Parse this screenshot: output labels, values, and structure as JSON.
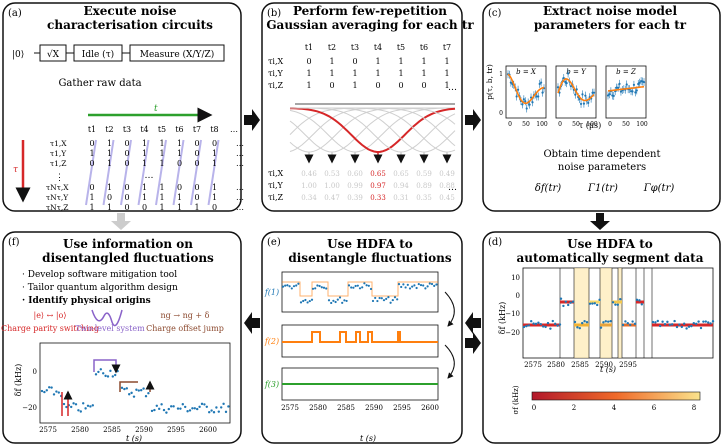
{
  "panels": {
    "a": {
      "letter": "(a)",
      "title_line1": "Execute noise",
      "title_line2": "characterisation circuits",
      "circuit": {
        "ket": "|0⟩",
        "gate": "√X",
        "idle": "Idle (τ)",
        "measure": "Measure (X/Y/Z)"
      },
      "gather_label": "Gather raw data",
      "t_axis_label": "t",
      "tau_axis_label": "τ",
      "col_headers": [
        "t1",
        "t2",
        "t3",
        "t4",
        "t5",
        "t6",
        "t7",
        "t8"
      ],
      "row_labels_top": [
        "τ1,X",
        "τ1,Y",
        "τ1,Z"
      ],
      "row_labels_bottom": [
        "τNτ,X",
        "τNτ,Y",
        "τNτ,Z"
      ],
      "rows_top": [
        [
          "0",
          "1",
          "0",
          "1",
          "1",
          "1",
          "0",
          "0"
        ],
        [
          "1",
          "1",
          "0",
          "1",
          "1",
          "1",
          "0",
          "1"
        ],
        [
          "0",
          "1",
          "0",
          "1",
          "1",
          "0",
          "0",
          "1"
        ]
      ],
      "rows_bottom": [
        [
          "0",
          "1",
          "0",
          "1",
          "1",
          "0",
          "0",
          "1"
        ],
        [
          "1",
          "0",
          "0",
          "1",
          "1",
          "1",
          "0",
          "1"
        ],
        [
          "1",
          "1",
          "0",
          "0",
          "1",
          "1",
          "1",
          "0"
        ]
      ],
      "ellipsis": "…",
      "vdots": "⋮"
    },
    "b": {
      "letter": "(b)",
      "title_line1": "Perform few-repetition",
      "title_line2": "Gaussian averaging for each tr",
      "col_headers": [
        "t1",
        "t2",
        "t3",
        "t4",
        "t5",
        "t6",
        "t7"
      ],
      "row_labels": [
        "τi,X",
        "τi,Y",
        "τi,Z"
      ],
      "rows": [
        [
          "0",
          "1",
          "0",
          "1",
          "1",
          "1",
          "1"
        ],
        [
          "1",
          "1",
          "1",
          "1",
          "1",
          "1",
          "1"
        ],
        [
          "1",
          "0",
          "1",
          "0",
          "0",
          "0",
          "1"
        ]
      ],
      "avg_rows": [
        [
          "0.46",
          "0.53",
          "0.60",
          "0.65",
          "0.65",
          "0.59",
          "0.49"
        ],
        [
          "1.00",
          "1.00",
          "0.99",
          "0.97",
          "0.94",
          "0.89",
          "0.88"
        ],
        [
          "0.34",
          "0.47",
          "0.39",
          "0.33",
          "0.31",
          "0.35",
          "0.45"
        ]
      ],
      "ellipsis": "…"
    },
    "c": {
      "letter": "(c)",
      "title_line1": "Extract noise model",
      "title_line2": "parameters for each tr",
      "subplot_titles": [
        "b = X",
        "b = Y",
        "b = Z"
      ],
      "ylabel": "p(τ, b, tr)",
      "ytick_labels": [
        "1",
        "0"
      ],
      "xtick_labels": [
        "0",
        "50",
        "100"
      ],
      "xlabel": "τ (μs)",
      "obtain_line1": "Obtain time dependent",
      "obtain_line2": "noise parameters",
      "params": [
        "δf(tr)",
        "Γ1(tr)",
        "Γφ(tr)"
      ]
    },
    "d": {
      "letter": "(d)",
      "title_line1": "Use HDFA to",
      "title_line2": "automatically segment data",
      "ylabel": "δf (kHz)",
      "ytick_labels": [
        "10",
        "0",
        "−10",
        "−20"
      ],
      "xtick_labels": [
        "2575",
        "2580",
        "2585",
        "2590",
        "2595"
      ],
      "xlabel": "t (s)",
      "cbar_label": "σf (kHz)",
      "cbar_ticks": [
        "0",
        "2",
        "4",
        "6",
        "8"
      ]
    },
    "e": {
      "letter": "(e)",
      "title_line1": "Use HDFA to",
      "title_line2": "disentangle fluctuations",
      "trace_labels": [
        "f(1)",
        "f(2)",
        "f(3)"
      ],
      "xtick_labels": [
        "2575",
        "2580",
        "2585",
        "2590",
        "2595",
        "2600"
      ],
      "xlabel": "t (s)"
    },
    "f": {
      "letter": "(f)",
      "title_line1": "Use information on",
      "title_line2": "disentangled fluctuations",
      "bullets": [
        "· Develop software mitigation tool",
        "· Tailor quantum algorithm design",
        "· Identify physical origins"
      ],
      "charge_parity_eq": "|e⟩ ↔ |o⟩",
      "offset_eq": "ng → ng + δ",
      "labels": [
        "Charge parity switching",
        "Two-level system",
        "Charge offset jump"
      ],
      "ylabel": "δf (kHz)",
      "ytick_labels": [
        "0",
        "−20"
      ],
      "xtick_labels": [
        "2575",
        "2580",
        "2585",
        "2590",
        "2595",
        "2600"
      ],
      "xlabel": "t (s)"
    }
  },
  "colors": {
    "accent_red": "#d62728",
    "accent_green": "#2ca02c",
    "accent_orange": "#ff7f0e",
    "accent_blue": "#1f77b4",
    "accent_purple": "#8a63c9",
    "accent_brown": "#8c4a2f"
  }
}
